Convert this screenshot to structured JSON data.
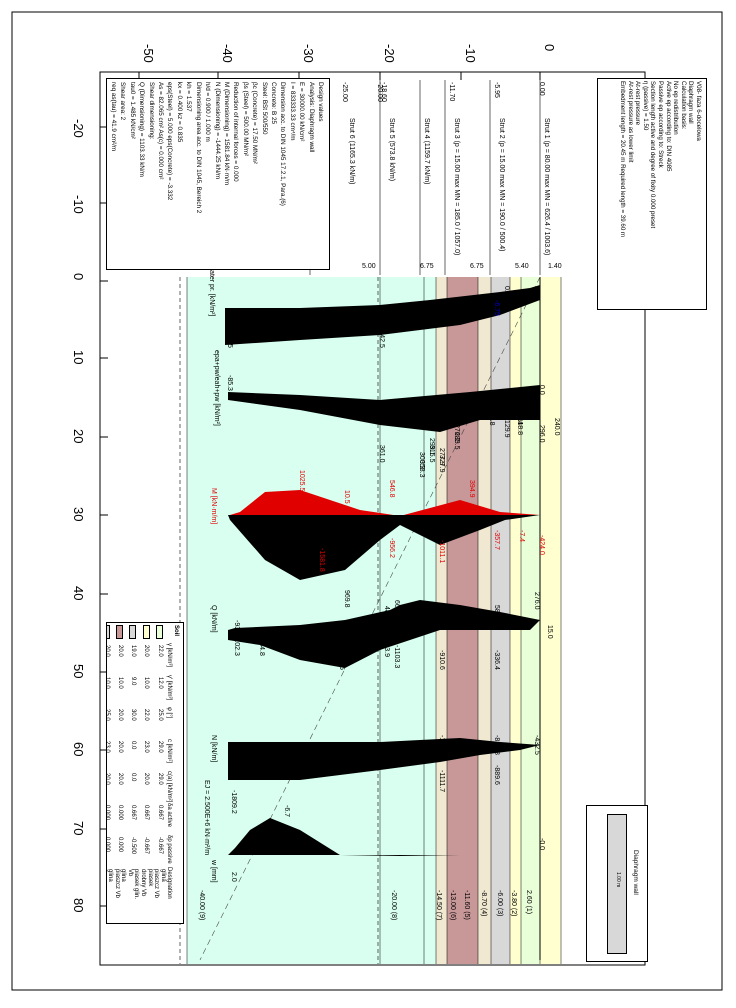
{
  "depth_axis": {
    "ticks": [
      "0",
      "-10",
      "-20",
      "-30",
      "-40",
      "-50"
    ]
  },
  "x_axis": {
    "ticks": [
      "-20",
      "-10",
      "0",
      "10",
      "20",
      "30",
      "40",
      "50",
      "60",
      "70",
      "80"
    ]
  },
  "info_box": {
    "lines": [
      "V08- faza 6-docelowa",
      "Diaphragm wall",
      "Calculation basis:",
      "No ep redistribution",
      "Active ep according to: DIN 4085",
      "Passive ep according to: Streck",
      "Section length active and degree of fixity 0.000 preset",
      "η (passive) = 1.50",
      "At-rest pressure",
      "At-rest pressure as lower limit",
      "Embedment length = 20.45 m  Required length = 39.60 m"
    ]
  },
  "design_box": {
    "lines": [
      "Design values",
      "Analysis: Diaphragm wall",
      "E = 30000.00 kN/cm²",
      "I = 833333.33 cm⁴/m",
      "Dimension acc. to DIN 1045 17.2.1, Para.(6)",
      "Concrete: B 25",
      "Steel: BSt 500/550",
      "βc (Concrete) = 17.50 MN/m²",
      "βs (Steel) = 500.00 MN/m²",
      "Reduction of internal forces = 0.000",
      "M (Dimensioning) = 1581.84 kN·m/m",
      "N (Dimensioning) = -1444.25 kN/m",
      "h/d = 0.900 / 1.000 m",
      "Dimensioning area acc. to DIN 1045, Bereich 2",
      "kh = 1.537",
      "kx = 0.400   kz = 0.835",
      "eps(Steel) = 5.000   eps(Concrete) = -3.332",
      "As = 82.065 cm²   As(c) = 0.000 cm²",
      "Shear dimensioning:",
      "Q (Dimensioning) = 1103.33 kN/m",
      "tau0 = 1.485 kN/cm²",
      "Shear area: 2",
      "req as(tau) = 41.9 cm²/m"
    ]
  },
  "legend_box": {
    "label": "Diaphragm wall",
    "sub": "1.00 m"
  },
  "soil_table": {
    "title": "Soil",
    "headers": [
      "γ [kN/m³]",
      "γ' [kN/m³]",
      "φ [°]",
      "c [kN/m²]",
      "c(a) [kN/m²]",
      "δa active",
      "δp passive",
      "Designation"
    ],
    "rows": [
      [
        "22.0",
        "12.0",
        "25.0",
        "29.0",
        "29.0",
        "0.667",
        "-0.667",
        "glina piaszcz Vb"
      ],
      [
        "20.0",
        "10.0",
        "22.0",
        "23.0",
        "20.0",
        "0.667",
        "-0.667",
        "piasek drobny Vb"
      ],
      [
        "19.0",
        "9.0",
        "30.0",
        "0.0",
        "0.0",
        "0.667",
        "-0.500",
        "piasek glin. Vb"
      ],
      [
        "20.0",
        "10.0",
        "20.0",
        "20.0",
        "20.0",
        "0.000",
        "0.000",
        "glina piaszcz Vb"
      ],
      [
        "20.0",
        "10.0",
        "25.0",
        "23.0",
        "20.0",
        "0.000",
        "0.000",
        "glina pylasta Vb"
      ],
      [
        "19.0",
        "9.0",
        "30.0",
        "0.0",
        "0.0",
        "0.000",
        "0.000",
        "piasek Sc"
      ],
      [
        "21.0",
        "11.0",
        "38.0",
        "0.0",
        "0.0",
        "0.000",
        "0.000",
        "piasek Sc"
      ]
    ],
    "swatch_colors": [
      "#e8ffd8",
      "#ffffd0",
      "#d8d8d8",
      "#c89898",
      "#d8d8d8",
      "#f0e8d0",
      "#d8fff0"
    ]
  },
  "layers": {
    "labels": [
      "2.60 (1)",
      "-3.80 (2)",
      "-6.00 (3)",
      "-8.70 (4)",
      "-11.60 (5)",
      "-13.00 (6)",
      "-14.50 (7)",
      "-20.00 (8)",
      "-40.00 (9)"
    ],
    "colors": [
      "#ffffd0",
      "#e8ffd8",
      "#ffffd0",
      "#d8d8d8",
      "#f0e8d0",
      "#c89898",
      "#f0e8d0",
      "#d8fff0",
      "#d8fff0"
    ]
  },
  "level_labels": [
    "0.00",
    "-5.95",
    "-11.70",
    "-18.60",
    "-20.00",
    "-25.00"
  ],
  "struts": [
    "Strut 1 (p = 80.00 max MN = 626.4 / 1003.6)",
    "Strut 2 (p = 15.00 max MN = 190.0 / 500.4)",
    "Strut 3 (p = 15.00 max MN = 185.0 / 1057.0)",
    "Strut 4 (1159.7 kN/m)",
    "Strut 5 (573.8 kN/m)",
    "Strut 6 (1165.3 kN/m)"
  ],
  "strut_lengths": [
    "1.40",
    "5.40",
    "6.75",
    "6.75",
    "5.00"
  ],
  "pressure_values": [
    "0.0",
    "-6.75",
    "-142.5",
    "-142.5",
    "-85.3",
    "0.0",
    "87.3",
    "117.4",
    "118.8",
    "129.9",
    "169.8",
    "276.2",
    "283.5",
    "299.1",
    "315.5",
    "277.9",
    "327.9",
    "300.3",
    "353.3",
    "361.0",
    "240.0",
    "296.0"
  ],
  "pressure_caption": "epa+pw/eah+pw [kN/m²]",
  "water_caption": "water pr.\n[kN/m²]",
  "moment": {
    "caption": "M [kN·m/m]",
    "values": [
      "1025.5",
      "10.5",
      "546.8",
      "394.9",
      "-1581.8",
      "-956.2",
      "-1011.1",
      "-357.7",
      "-7.4",
      "-424.0"
    ]
  },
  "shear": {
    "caption": "Q [kN/m]",
    "values": [
      "969.8",
      "276.0",
      "15.0",
      "-93.5",
      "-102.3",
      "-184.8",
      "-885.5",
      "487.8",
      "665.3",
      "-1103.3",
      "113.9",
      "1046.4",
      "-910.6",
      "581.1",
      "-336.4"
    ]
  },
  "normal": {
    "caption": "N [kN/m]",
    "values": [
      "-432.5",
      "-814.8",
      "-889.6",
      "-1036.7",
      "-1111.7",
      "-1809.2"
    ]
  },
  "deflection": {
    "caption": "w [mm]",
    "values": [
      "-6.7",
      "2.0",
      "-0.0"
    ],
    "ej": "EJ = 2.500E+6 kN·m²/m"
  }
}
